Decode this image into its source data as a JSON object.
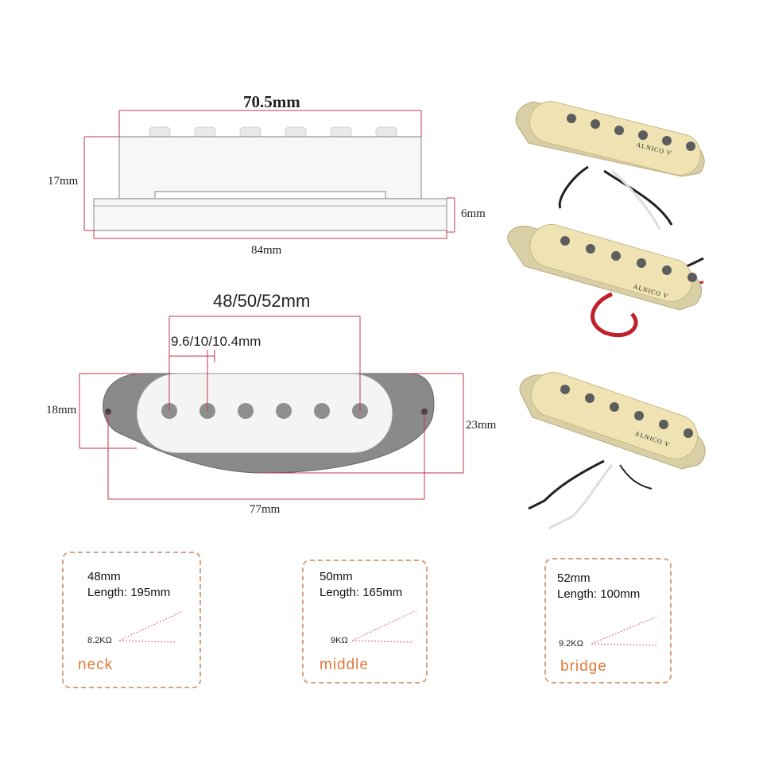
{
  "side_view": {
    "top_width": "70.5mm",
    "height": "17mm",
    "base_height": "6mm",
    "base_width": "84mm"
  },
  "top_view": {
    "pole_span": "48/50/52mm",
    "pole_spacing": "9.6/10/10.4mm",
    "width": "18mm",
    "flange_width": "23mm",
    "length": "77mm"
  },
  "product_label": "ALNICO V",
  "cards": [
    {
      "spacing": "48mm",
      "length": "Length: 195mm",
      "resistance": "8.2KΩ",
      "position": "neck"
    },
    {
      "spacing": "50mm",
      "length": "Length: 165mm",
      "resistance": "9KΩ",
      "position": "middle"
    },
    {
      "spacing": "52mm",
      "length": "Length: 100mm",
      "resistance": "9.2KΩ",
      "position": "bridge"
    }
  ],
  "colors": {
    "dimension_line": "#c0394b",
    "card_border": "#d8a27f",
    "position_text": "#e07a3a",
    "cream": "#efe3b4"
  }
}
